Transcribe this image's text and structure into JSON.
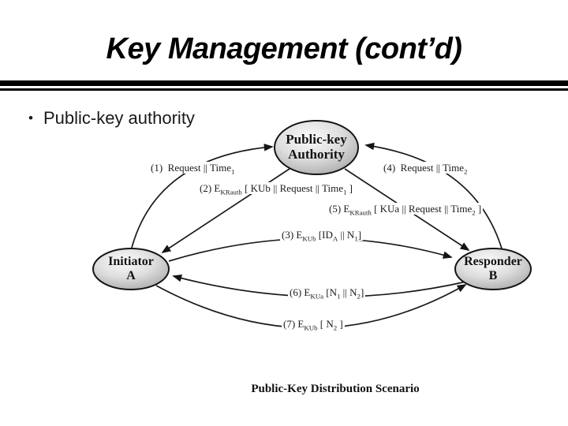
{
  "slide": {
    "title": "Key Management (cont’d)",
    "bullet_glyph": "•",
    "bullet": "Public-key authority"
  },
  "diagram": {
    "caption": "Public-Key Distribution Scenario",
    "nodes": {
      "authority": {
        "line1": "Public-key",
        "line2": "Authority"
      },
      "initiator": {
        "line1": "Initiator",
        "line2": "A"
      },
      "responder": {
        "line1": "Responder",
        "line2": "B"
      }
    },
    "messages": [
      {
        "num": "1",
        "parts": [
          {
            "text": "(1)  Request || Time"
          },
          {
            "text": "1",
            "sub": true
          }
        ]
      },
      {
        "num": "2",
        "parts": [
          {
            "text": "(2) E"
          },
          {
            "text": "KRauth",
            "sub": true
          },
          {
            "text": " [ KUb || Request || Time"
          },
          {
            "text": "1",
            "sub": true
          },
          {
            "text": " ]"
          }
        ]
      },
      {
        "num": "3",
        "parts": [
          {
            "text": "(3) E"
          },
          {
            "text": "KUb",
            "sub": true
          },
          {
            "text": " [ID"
          },
          {
            "text": "A",
            "sub": true
          },
          {
            "text": " || N"
          },
          {
            "text": "1",
            "sub": true
          },
          {
            "text": "]"
          }
        ]
      },
      {
        "num": "4",
        "parts": [
          {
            "text": "(4)  Request || Time"
          },
          {
            "text": "2",
            "sub": true
          }
        ]
      },
      {
        "num": "5",
        "parts": [
          {
            "text": "(5) E"
          },
          {
            "text": "KRauth",
            "sub": true
          },
          {
            "text": " [ KUa || Request || Time"
          },
          {
            "text": "2",
            "sub": true
          },
          {
            "text": " ]"
          }
        ]
      },
      {
        "num": "6",
        "parts": [
          {
            "text": "(6) E"
          },
          {
            "text": "KUa",
            "sub": true
          },
          {
            "text": " [N"
          },
          {
            "text": "1",
            "sub": true
          },
          {
            "text": " || N"
          },
          {
            "text": "2",
            "sub": true
          },
          {
            "text": "]"
          }
        ]
      },
      {
        "num": "7",
        "parts": [
          {
            "text": "(7) E"
          },
          {
            "text": "KUb",
            "sub": true
          },
          {
            "text": " [ N"
          },
          {
            "text": "2",
            "sub": true
          },
          {
            "text": " ]"
          }
        ]
      }
    ]
  },
  "colors": {
    "background": "#ffffff",
    "title_text": "#000000",
    "body_text": "#1a1a1a",
    "divider": "#000000",
    "diagram_ink": "#1a1a1a",
    "node_fill_center": "#fbfbfb",
    "node_fill_edge": "#9c9c9c",
    "node_stroke": "#141414"
  }
}
